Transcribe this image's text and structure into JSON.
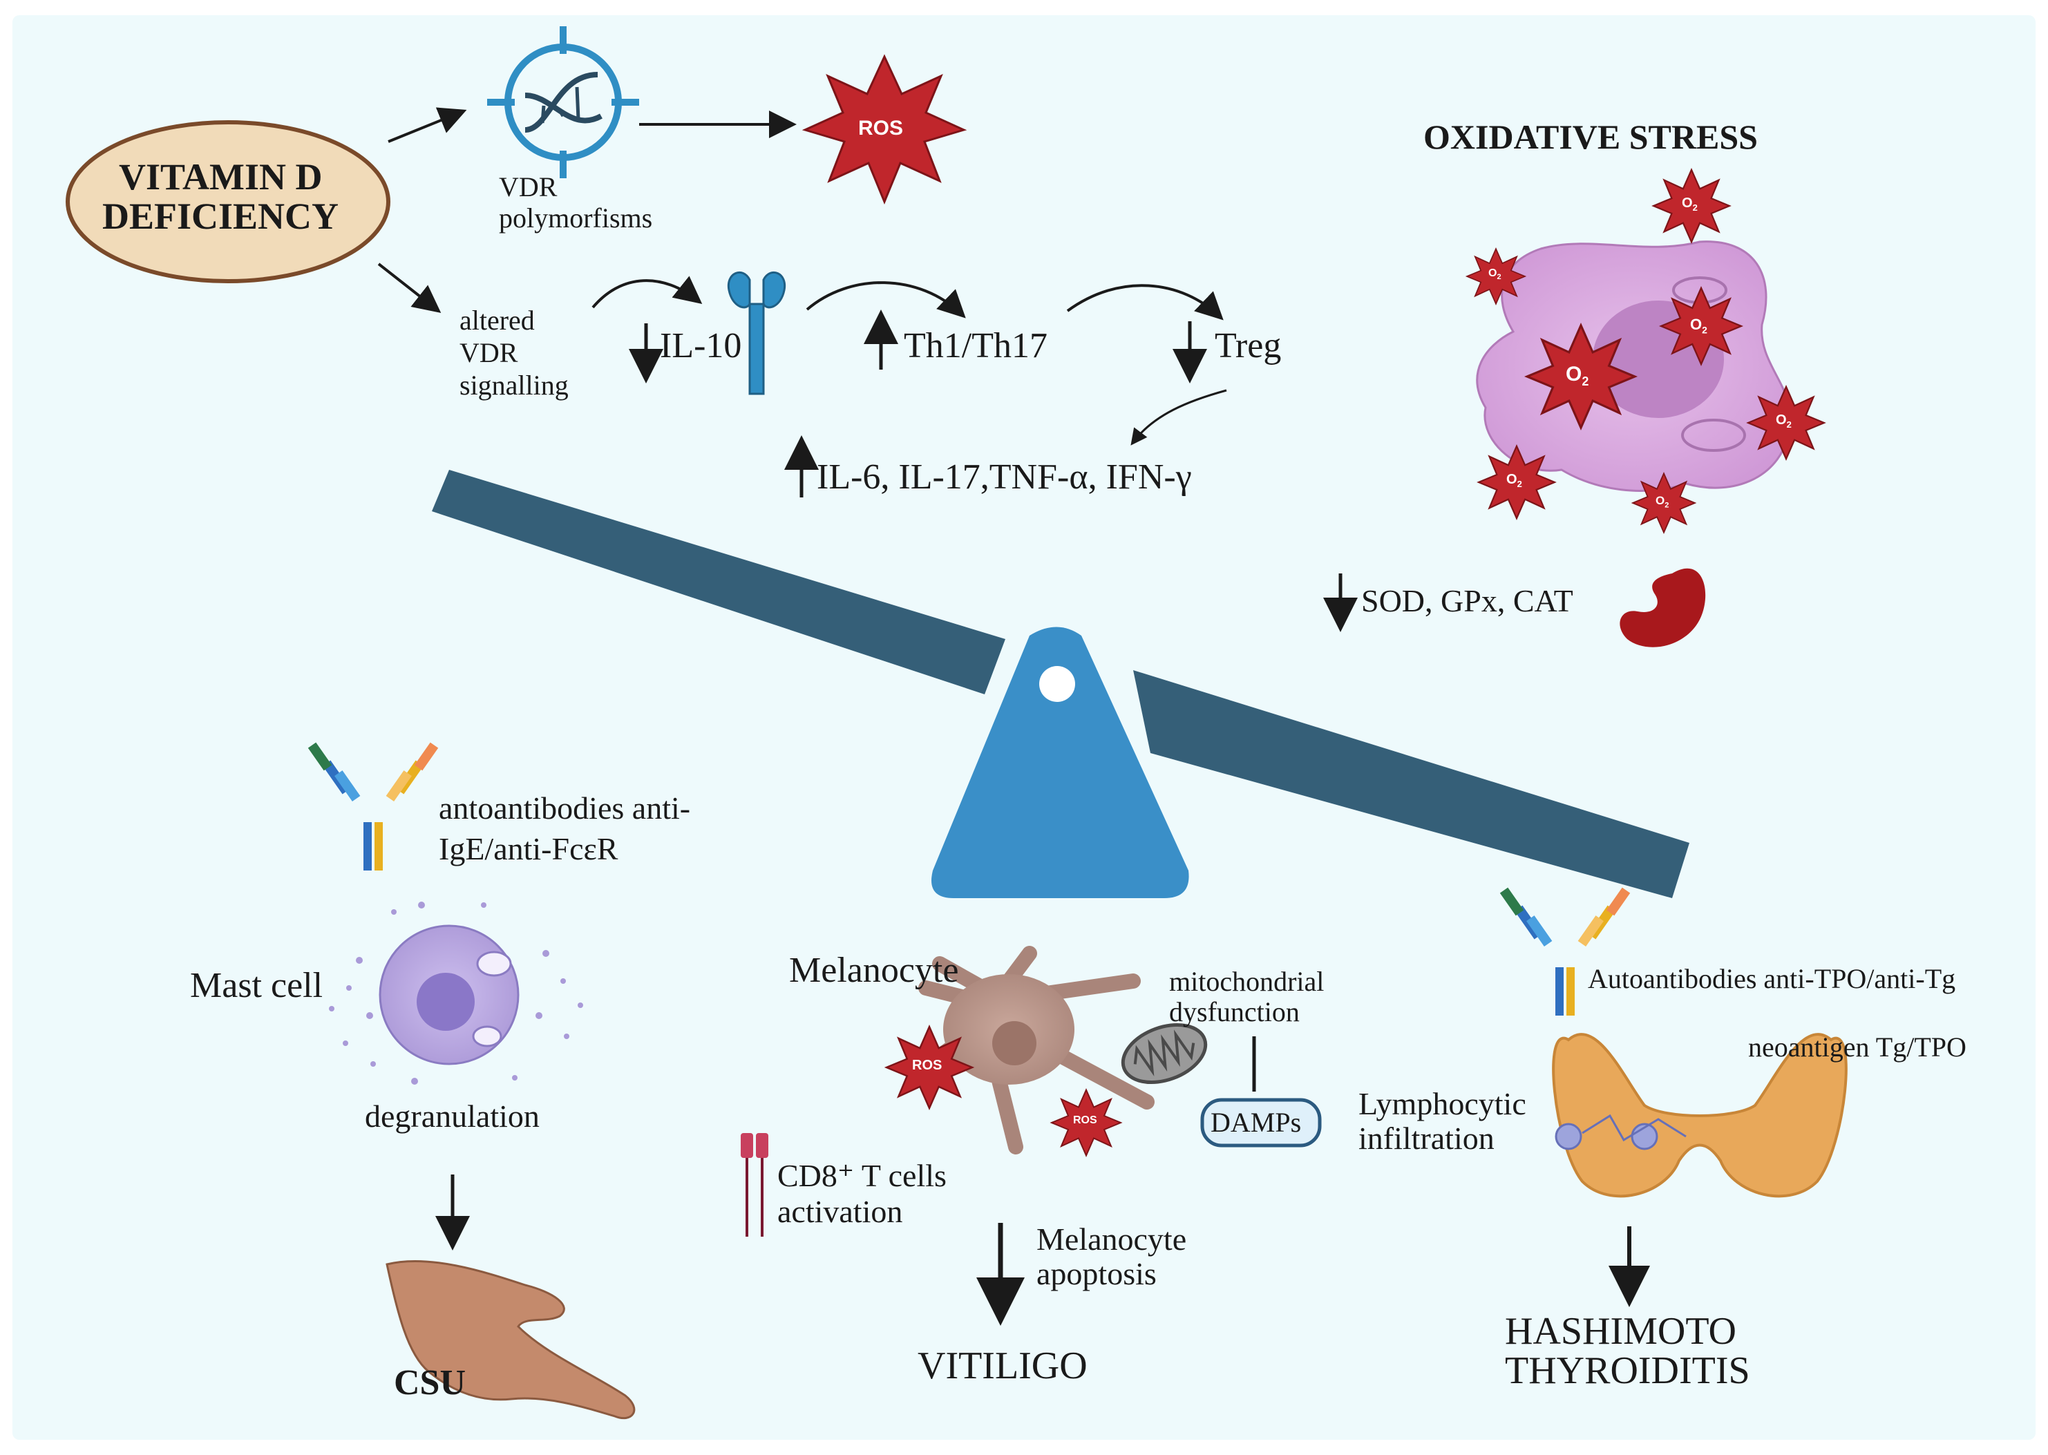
{
  "colors": {
    "background": "#eefafc",
    "seesaw_beam": "#355f78",
    "seesaw_base": "#3a8fc8",
    "ros_star": "#c0262c",
    "vitd_ellipse_fill": "#f1dbb9",
    "vitd_ellipse_stroke": "#7a4a2a",
    "vdr_icon": "#2f8ec4",
    "cell_pink": "#d8a7dc",
    "mast_cell": "#b6a4dc",
    "melanocyte": "#b08c80",
    "thyroid": "#e8a85a",
    "kidney": "#a8181c",
    "damps_box": "#2b5a80"
  },
  "icons": {
    "vdr": "dna-target-icon",
    "receptor": "receptor-icon",
    "kidney": "kidney-icon",
    "antibody": "antibody-icon",
    "mitochondria": "mitochondria-icon",
    "tcell_receptor": "tcell-receptor-icon",
    "hand": "hand-icon"
  },
  "top": {
    "vitamin_d_line1": "VITAMIN D",
    "vitamin_d_line2": "DEFICIENCY",
    "vdr_line1": "VDR",
    "vdr_line2": "polymorfisms",
    "ros_main": "ROS",
    "altered_line1": "altered",
    "altered_line2": "VDR",
    "altered_line3": "signalling",
    "il10": "IL-10",
    "th": "Th1/Th17",
    "treg": "Treg",
    "cytokines": "IL-6, IL-17,TNF-α, IFN-γ"
  },
  "oxidative": {
    "title": "OXIDATIVE STRESS",
    "o2": "O",
    "o2_sub": "2",
    "enzymes": "SOD, GPx, CAT"
  },
  "csu": {
    "antibody_line1": "antoantibodies anti-",
    "antibody_line2": "IgE/anti-FcεR",
    "mast_cell": "Mast cell",
    "degranulation": "degranulation",
    "outcome": "CSU"
  },
  "vitiligo": {
    "melanocyte": "Melanocyte",
    "ros_label": "ROS",
    "mito_line1": "mitochondrial",
    "mito_line2": "dysfunction",
    "damps": "DAMPs",
    "cd8_line1": "CD8⁺ T cells",
    "cd8_line2": "activation",
    "apoptosis_line1": "Melanocyte",
    "apoptosis_line2": "apoptosis",
    "outcome": "VITILIGO"
  },
  "hashimoto": {
    "autoantibodies": "Autoantibodies anti-TPO/anti-Tg",
    "neoantigen": "neoantigen Tg/TPO",
    "lympho_line1": "Lymphocytic",
    "lympho_line2": "infiltration",
    "outcome_line1": "HASHIMOTO",
    "outcome_line2": "THYROIDITIS"
  }
}
